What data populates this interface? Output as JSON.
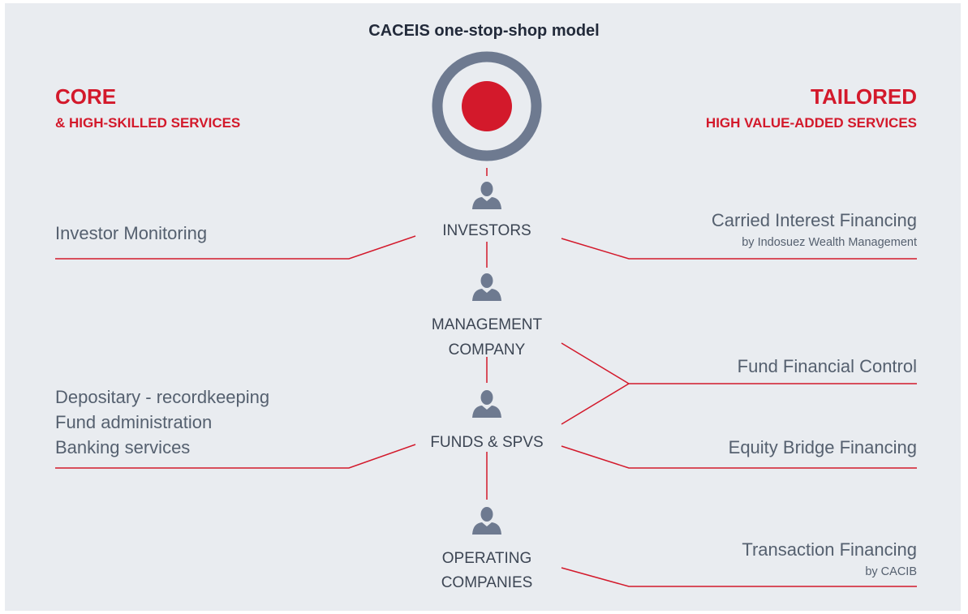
{
  "title": "CACEIS one-stop-shop model",
  "left_header": {
    "main": "CORE",
    "sub": "& HIGH-SKILLED SERVICES"
  },
  "right_header": {
    "main": "TAILORED",
    "sub": "HIGH VALUE-ADDED SERVICES"
  },
  "nodes": [
    {
      "label": "INVESTORS"
    },
    {
      "label_lines": [
        "MANAGEMENT",
        "COMPANY"
      ]
    },
    {
      "label": "FUNDS & SPVS"
    },
    {
      "label_lines": [
        "OPERATING",
        "COMPANIES"
      ]
    }
  ],
  "left_services": [
    {
      "lines": [
        "Investor Monitoring"
      ]
    },
    {
      "lines": [
        "Depositary - recordkeeping",
        "Fund administration",
        "Banking services"
      ]
    }
  ],
  "right_services": [
    {
      "label": "Carried Interest Financing",
      "note": "by Indosuez Wealth Management"
    },
    {
      "label": "Fund Financial Control"
    },
    {
      "label": "Equity Bridge Financing"
    },
    {
      "label": "Transaction Financing",
      "note": "by CACIB"
    }
  ],
  "icons": {
    "target": "target-icon",
    "person": "person-icon"
  },
  "colors": {
    "accent": "#d3192b",
    "slate": "#6e7a90",
    "background": "#e9ecf0",
    "text": "#55606f"
  }
}
